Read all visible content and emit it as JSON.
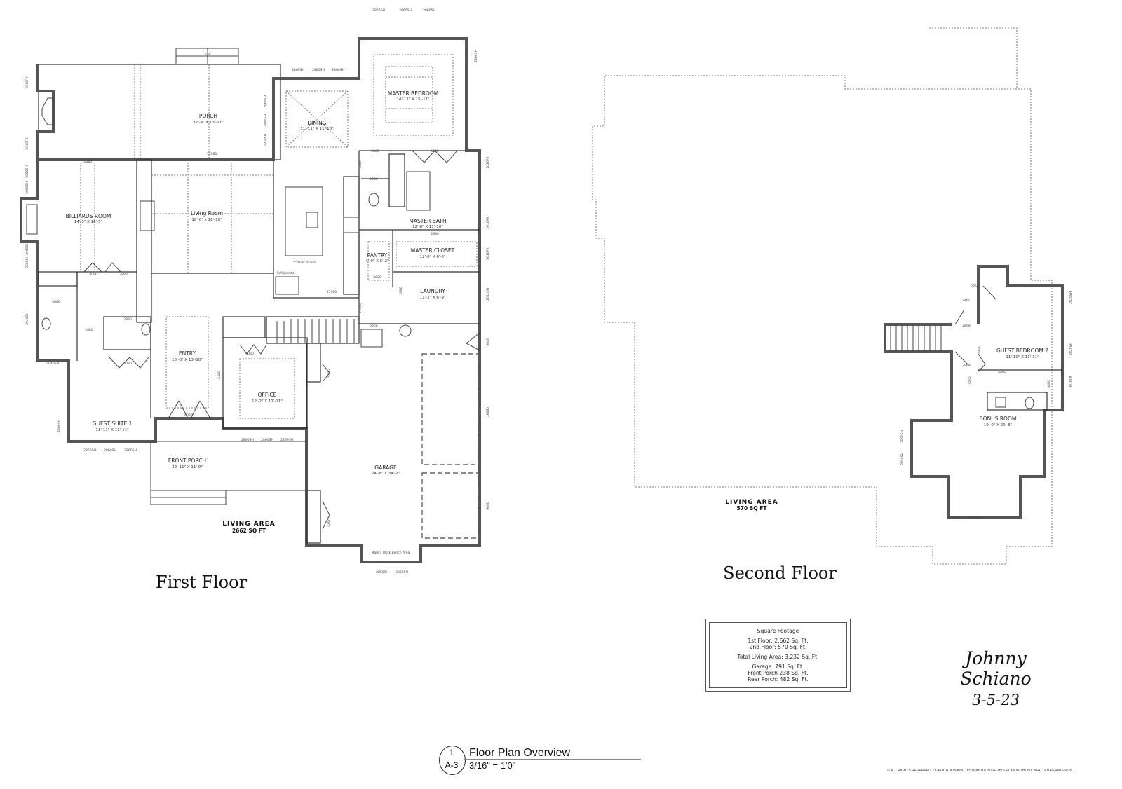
{
  "title_block": {
    "detail_number": "1",
    "sheet": "A-3",
    "title": "Floor Plan Overview",
    "scale": "3/16\" = 1'0\""
  },
  "first_floor": {
    "title": "First Floor",
    "living_area_label": "LIVING AREA",
    "living_area_value": "2662 SQ FT",
    "rooms": {
      "porch": {
        "name": "PORCH",
        "dims": "32'-4\" X 13'-11\""
      },
      "dining": {
        "name": "DINING",
        "dims": "11'-11\" X 11'-10\""
      },
      "master_bedroom": {
        "name": "MASTER BEDROOM",
        "dims": "14'-11\" X 15'-11\""
      },
      "billiards": {
        "name": "BILLIARDS ROOM",
        "dims": "14'-5\" X 16'-5\""
      },
      "living": {
        "name": "Living Room",
        "dims": "18'-0\" x 16'-10\""
      },
      "island": {
        "name": "5'x9'-6' Island"
      },
      "refrigerator": {
        "name": "Refrigerator"
      },
      "master_bath": {
        "name": "MASTER BATH",
        "dims": "12'-8\" X 11'-10\""
      },
      "pantry": {
        "name": "PANTRY",
        "dims": "4'-0\" X 6'-2\""
      },
      "master_closet": {
        "name": "MASTER CLOSET",
        "dims": "12'-8\" X 6'-0\""
      },
      "laundry": {
        "name": "LAUNDRY",
        "dims": "11'-2\" X 6'-9\""
      },
      "entry": {
        "name": "ENTRY",
        "dims": "10'-3\" X 13'-10\""
      },
      "office": {
        "name": "OFFICE",
        "dims": "12'-2\" X 11'-11\""
      },
      "guest_suite": {
        "name": "GUEST SUITE 1",
        "dims": "11'-11\" X 11'-11\""
      },
      "front_porch": {
        "name": "FRONT PORCH",
        "dims": "22'-11\" X 11'-0\""
      },
      "garage": {
        "name": "GARAGE",
        "dims": "24'-6\" X 34'-7\""
      },
      "bench": {
        "name": "Mark's Work Bench Area"
      }
    },
    "stair_up": "UP",
    "windows": [
      "2860SH",
      "2860SH",
      "2860SH",
      "2860SH",
      "2860SH",
      "2860SH",
      "2860SH",
      "2860SH",
      "2860SH",
      "2040FX",
      "2040FX",
      "2060SH",
      "2060SH",
      "2060SH",
      "2060SH",
      "2040SH",
      "2040SH",
      "2860SH",
      "2860SH",
      "2860SH",
      "2860SH",
      "2860SH",
      "2860SH",
      "2860SH",
      "2860SH",
      "2850SH",
      "2850SH",
      "2016FX",
      "2016FX",
      "3016FX",
      "2040SH"
    ],
    "doors": [
      "15080",
      "10080",
      "4080",
      "2880",
      "4680",
      "2880",
      "2880",
      "5080",
      "6080",
      "5480",
      "4080",
      "2880",
      "5480",
      "2880",
      "2880",
      "2880",
      "2880",
      "3080",
      "21080",
      "21080",
      "2868",
      "5480",
      "5480",
      "3080",
      "16080",
      "9080"
    ]
  },
  "second_floor": {
    "title": "Second Floor",
    "living_area_label": "LIVING AREA",
    "living_area_value": "570 SQ FT",
    "rooms": {
      "guest_bedroom": {
        "name": "GUEST BEDROOM 2",
        "dims": "11'-10\" X 11'-11\""
      },
      "bonus": {
        "name": "BONUS ROOM",
        "dims": "19'-0\" X 20'-8\""
      },
      "attic": {
        "name": "Attic"
      }
    },
    "windows": [
      "2850SH",
      "2850SH",
      "2850SH",
      "2850SH",
      "2820SH",
      "2820SH",
      "3016FX"
    ],
    "doors": [
      "2868",
      "2868",
      "2868",
      "2868",
      "2868",
      "2868",
      "4480"
    ]
  },
  "square_footage": {
    "heading": "Square Footage",
    "first_floor": "1st Floor: 2,662 Sq. Ft.",
    "second_floor": "2nd Floor: 570 Sq. Ft.",
    "total": "Total Living Area: 3,232 Sq. Ft.",
    "garage": "Garage: 791 Sq. Ft.",
    "front_porch": "Front Porch 238 Sq. Ft.",
    "rear_porch": "Rear Porch: 482 Sq. Ft."
  },
  "signature": {
    "name": "Johnny Schiano",
    "date": "3-5-23"
  },
  "copyright": "© ALL RIGHTS RESERVED. DUPLICATION AND DISTRIBUTION OF THIS PLAN WITHOUT WRITTEN PERMISSION"
}
